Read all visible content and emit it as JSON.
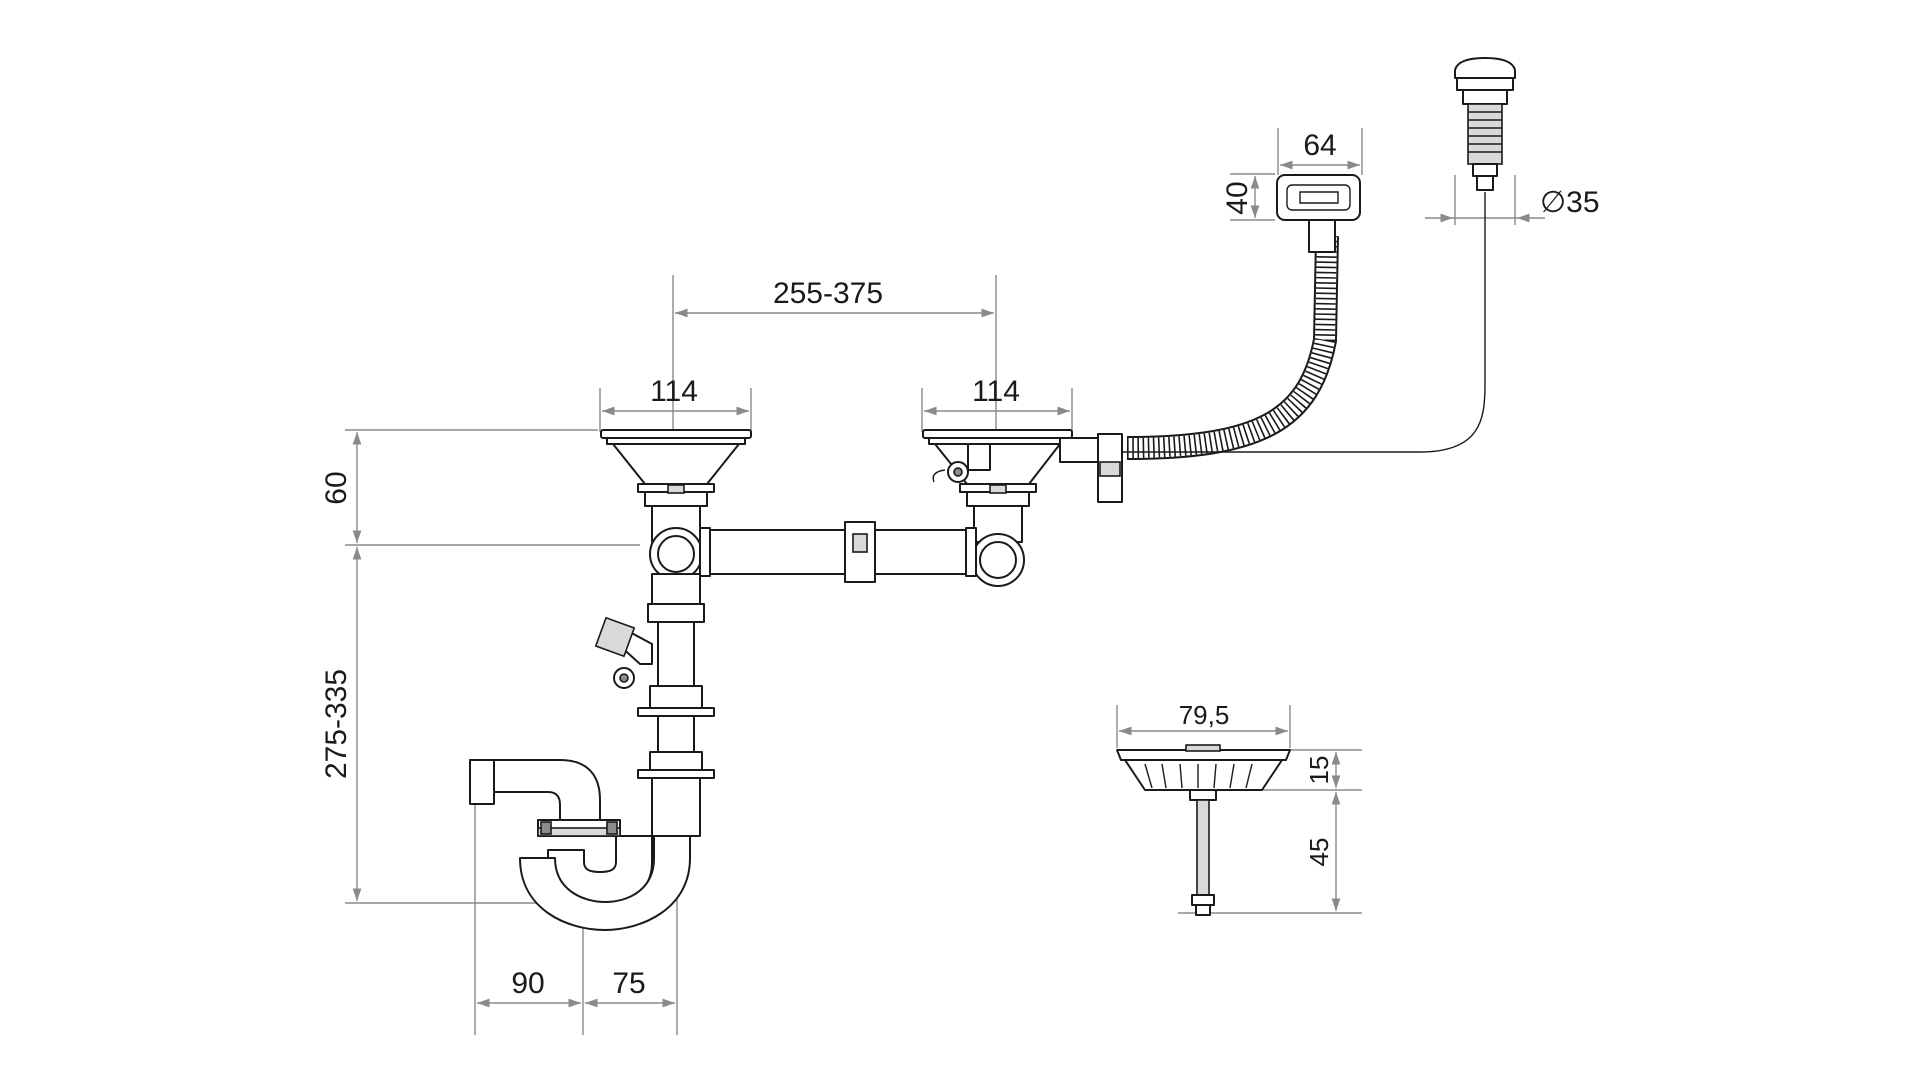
{
  "dimensions": {
    "drain_spacing": "255-375",
    "left_drain_width": "114",
    "right_drain_width": "114",
    "drain_height": "60",
    "siphon_height": "275-335",
    "outlet_length": "90",
    "siphon_offset": "75",
    "overflow_width": "64",
    "overflow_height": "40",
    "button_diameter": "∅35",
    "strainer_width": "79,5",
    "strainer_height": "15",
    "strainer_stem": "45"
  },
  "colors": {
    "line": "#1a1a1a",
    "dimension": "#8a8a8a",
    "fill_light": "#d9d9d9",
    "fill_dark": "#8c8c8c"
  }
}
